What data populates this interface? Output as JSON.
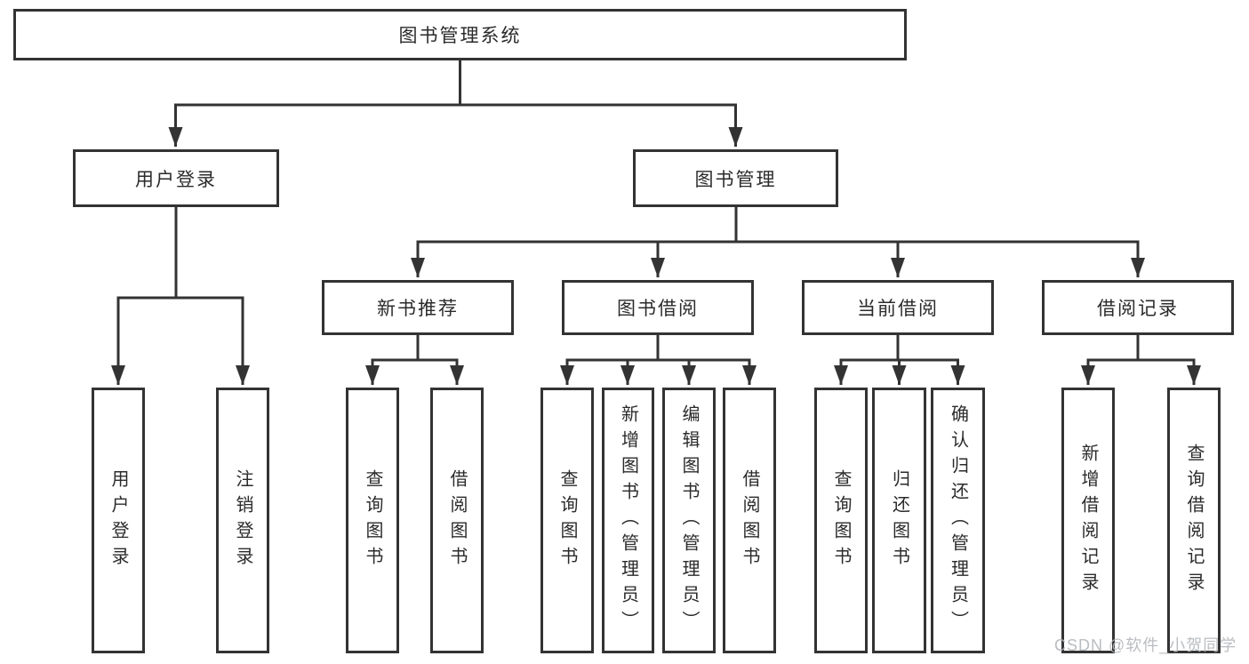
{
  "nodes": {
    "root": "图书管理系统",
    "user_login": "用户登录",
    "book_mgmt": "图书管理",
    "new_books": "新书推荐",
    "book_borrow": "图书借阅",
    "current_borrow": "当前借阅",
    "borrow_records": "借阅记录",
    "leaves": {
      "user_login": "用户登录",
      "logout": "注销登录",
      "nb_query": "查询图书",
      "nb_borrow": "借阅图书",
      "bb_query": "查询图书",
      "bb_add": "新增图书（管理员）",
      "bb_edit": "编辑图书（管理员）",
      "bb_borrow": "借阅图书",
      "cb_query": "查询图书",
      "cb_return": "归还图书",
      "cb_confirm": "确认归还（管理员）",
      "br_add": "新增借阅记录",
      "br_query": "查询借阅记录"
    }
  },
  "watermark": "CSDN @软件_小贺同学",
  "colors": {
    "line": "#333333",
    "text": "#2b2b2b",
    "watermark": "#c2c2c2",
    "background": "#ffffff"
  }
}
